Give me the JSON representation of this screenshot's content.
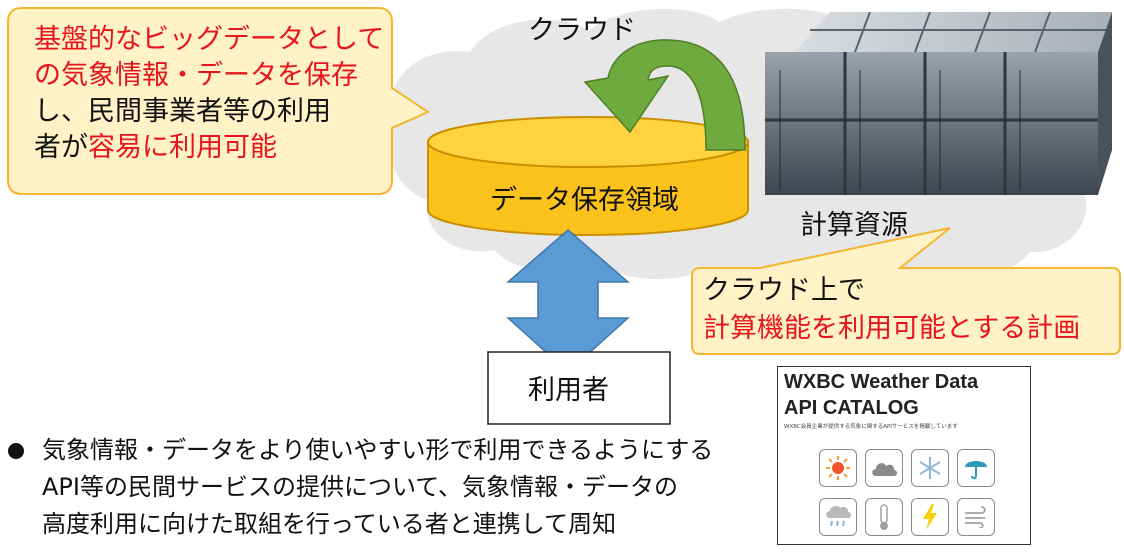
{
  "cloud": {
    "label": "クラウド"
  },
  "callout_top_left": {
    "line1": "基盤的なビッグデータとして",
    "line2": "の気象情報・データを保存",
    "line3": "し、民間事業者等の利用",
    "line4_prefix": "者が",
    "line4_highlight": "容易に利用可能"
  },
  "storage": {
    "label": "データ保存領域"
  },
  "compute": {
    "label": "計算資源"
  },
  "callout_right": {
    "line1": "クラウド上で",
    "line2": "計算機能を利用可能とする計画"
  },
  "user_box": {
    "label": "利用者"
  },
  "bullet": {
    "line1": "気象情報・データをより使いやすい形で利用できるようにする",
    "line2": "API等の民間サービスの提供について、気象情報・データの",
    "line3": "高度利用に向けた取組を行っている者と連携して周知"
  },
  "catalog": {
    "title_line1": "WXBC Weather Data",
    "title_line2": "API CATALOG",
    "subtitle": "WXBC会員企業が提供する気象に関するAPIサービスを掲載しています",
    "icons": [
      "sun-icon",
      "cloud-icon",
      "snowflake-icon",
      "umbrella-icon",
      "rain-cloud-icon",
      "thermometer-icon",
      "lightning-icon",
      "wind-icon"
    ]
  },
  "colors": {
    "highlight_text": "#e8141c",
    "callout_fill": "#fff2c6",
    "callout_border": "#f2b632",
    "storage_fill": "#fcc21c",
    "storage_border": "#c88f00",
    "arrow_curved": "#6faa3e",
    "arrow_double": "#5b9bd5",
    "cloud_fill": "#e7e7e7"
  }
}
